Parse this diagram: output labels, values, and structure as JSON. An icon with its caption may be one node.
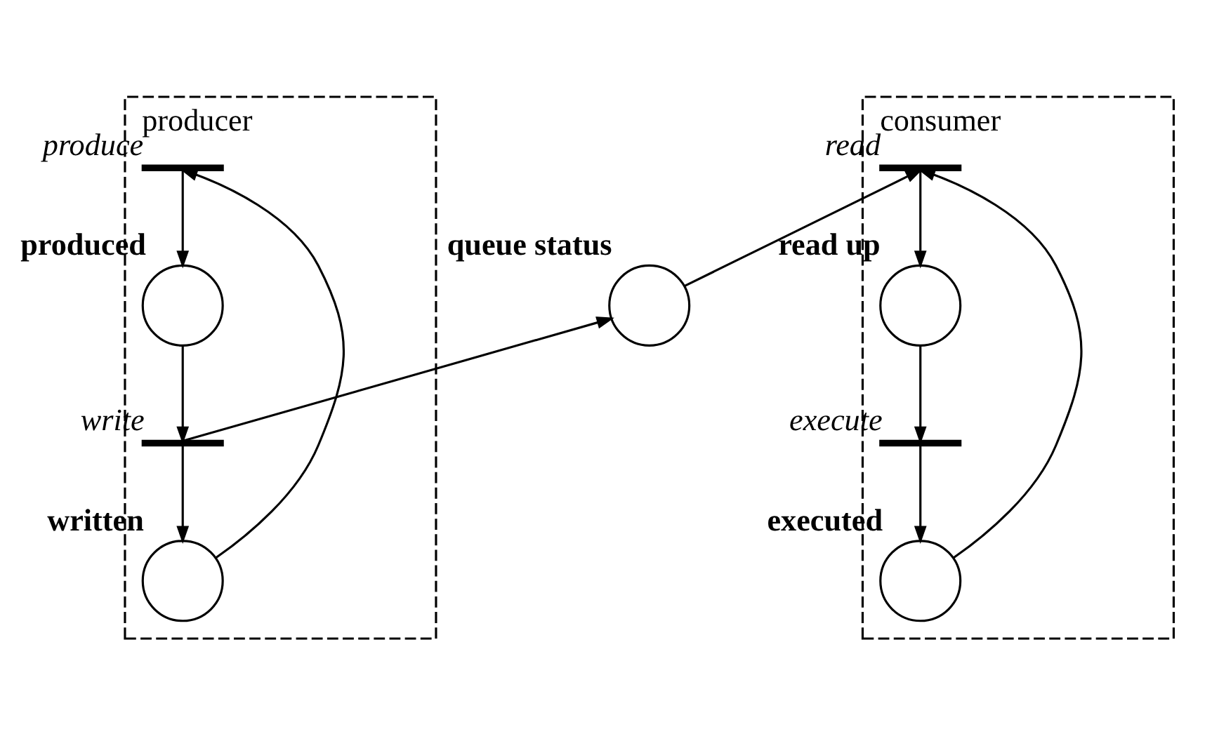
{
  "diagram": {
    "nodes": [
      {
        "text": [
          "producer"
        ]
      },
      {
        "text": [],
        "shape": "bar",
        "beside": [
          "produce"
        ],
        "in": 0
      },
      {
        "text": [],
        "shape": "circle",
        "beside": [
          "produced"
        ],
        "in": 0
      },
      {
        "text": [],
        "shape": "bar",
        "beside": [
          "write"
        ],
        "in": 0
      },
      {
        "text": [],
        "shape": "circle",
        "beside": [
          "written"
        ],
        "in": 0
      },
      {
        "text": [],
        "shape": "circle",
        "beside": [
          "queue status"
        ]
      },
      {
        "text": [
          "consumer"
        ]
      },
      {
        "text": [],
        "shape": "bar",
        "beside": [
          "read"
        ],
        "in": 6
      },
      {
        "text": [],
        "shape": "circle",
        "beside": [
          "read up"
        ],
        "in": 6
      },
      {
        "text": [],
        "shape": "bar",
        "beside": [
          "execute"
        ],
        "in": 6
      },
      {
        "text": [],
        "shape": "circle",
        "beside": [
          "executed"
        ],
        "in": 6
      }
    ],
    "edges": [
      {
        "from": 1,
        "to": 2,
        "arrow": "to"
      },
      {
        "from": 2,
        "to": 3,
        "arrow": "to"
      },
      {
        "from": 3,
        "to": 4,
        "arrow": "to"
      },
      {
        "from": 4,
        "to": 1,
        "arrow": "to"
      },
      {
        "from": 3,
        "to": 5,
        "arrow": "to"
      },
      {
        "from": 5,
        "to": 7,
        "arrow": "to"
      },
      {
        "from": 7,
        "to": 8,
        "arrow": "to"
      },
      {
        "from": 8,
        "to": 9,
        "arrow": "to"
      },
      {
        "from": 9,
        "to": 10,
        "arrow": "to"
      },
      {
        "from": 10,
        "to": 7,
        "arrow": "to"
      }
    ]
  }
}
